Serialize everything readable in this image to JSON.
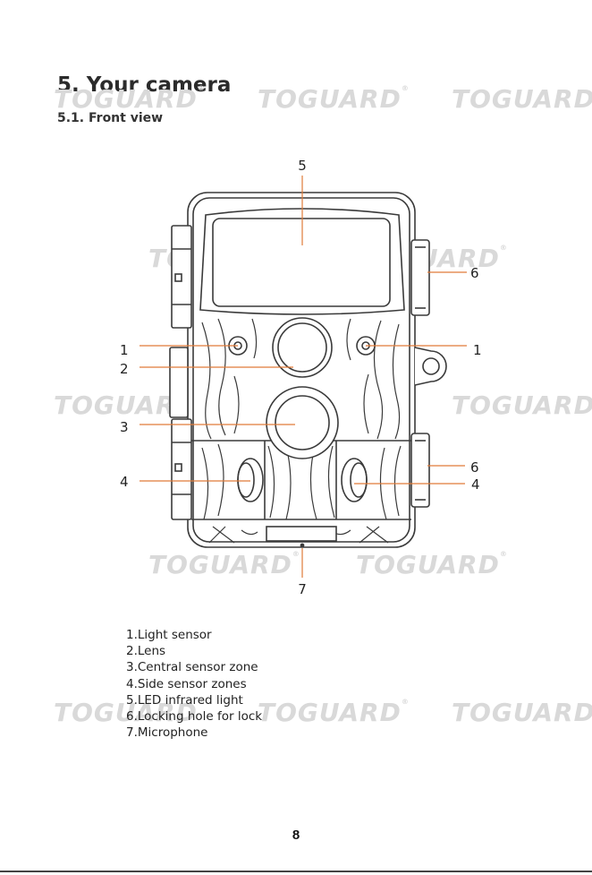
{
  "page": {
    "title": "5. Your camera",
    "subtitle": "5.1. Front view",
    "page_number": "8"
  },
  "watermark": {
    "text": "TOGUARD",
    "mark": "®"
  },
  "callouts": {
    "c5": "5",
    "c6_top": "6",
    "c1_left": "1",
    "c1_right": "1",
    "c2": "2",
    "c3": "3",
    "c6_bottom": "6",
    "c4_left": "4",
    "c4_right": "4",
    "c7": "7"
  },
  "legend": [
    "1.Light sensor",
    "2.Lens",
    "3.Central sensor zone",
    "4.Side sensor zones",
    "5.LED infrared light",
    "6.Locking hole for lock",
    "7.Microphone"
  ],
  "colors": {
    "leader_line": "#e07b39",
    "outline": "#3a3a3a",
    "watermark": "#d9d9d9"
  }
}
